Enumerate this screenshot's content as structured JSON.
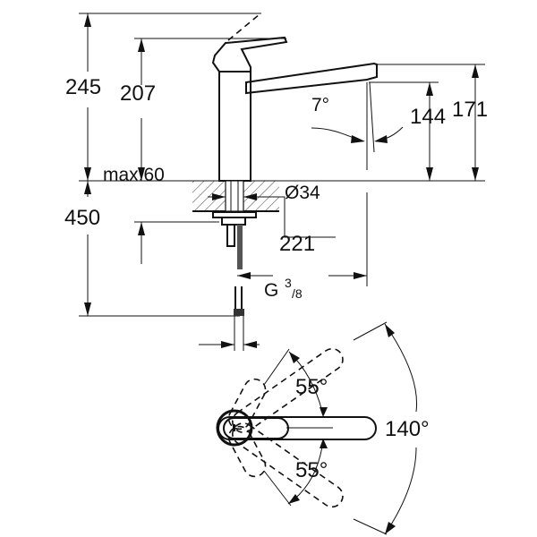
{
  "side_view": {
    "dim_total_height": "245",
    "dim_spout_lever_height": "207",
    "dim_spout_height": "171",
    "dim_outlet_height": "144",
    "dim_outlet_angle": "7°",
    "dim_max_counter_thickness": "max.60",
    "dim_hole_diameter": "Ø34",
    "dim_hose_length": "450",
    "dim_reach": "221",
    "dim_connection_prefix": "G",
    "dim_connection_num": "3",
    "dim_connection_den": "/8"
  },
  "top_view": {
    "dim_angle_upper": "55°",
    "dim_angle_lower": "55°",
    "dim_angle_total": "140°"
  }
}
